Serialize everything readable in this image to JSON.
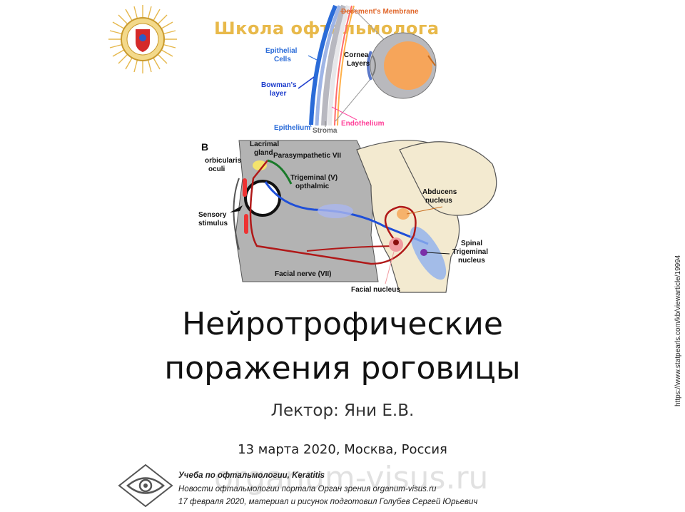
{
  "header": {
    "school_title": "Школа офтальмолога"
  },
  "diagram_a": {
    "labels": {
      "decement": "Decement's Membrane",
      "epithelial_cells_1": "Epithelial",
      "epithelial_cells_2": "Cells",
      "cornea_layers_1": "Cornea",
      "cornea_layers_2": "Layers",
      "bowmans_1": "Bowman's",
      "bowmans_2": "layer",
      "endothelium": "Endothelium",
      "epithelium": "Epithelium",
      "stroma": "Stroma"
    }
  },
  "diagram_b": {
    "letter": "B",
    "labels": {
      "lacrimal_1": "Lacrimal",
      "lacrimal_2": "gland",
      "orbicularis_1": "orbicularis",
      "orbicularis_2": "oculi",
      "parasympathetic": "Parasympathetic VII",
      "trigeminal_1": "Trigeminal (V)",
      "trigeminal_2": "opthalmic",
      "abducens_1": "Abducens",
      "abducens_2": "nucleus",
      "sensory_1": "Sensory",
      "sensory_2": "stimulus",
      "spinal_1": "Spinal",
      "spinal_2": "Trigeminal",
      "spinal_3": "nucleus",
      "facial_nerve": "Facial nerve (VII)",
      "facial_nucleus": "Facial nucleus"
    }
  },
  "main": {
    "title_line1": "Нейротрофические",
    "title_line2": "поражения роговицы",
    "lecturer": "Лектор: Яни Е.В.",
    "date_place": "13 марта 2020, Москва, Россия"
  },
  "side_url": "https://www.statpearls.com/kb/viewarticle/19994",
  "footer": {
    "line1": "Учеба по офтальмологии, Keratitis",
    "line2": "Новости офтальмологии портала Орган зрения organum-visus.ru",
    "line3": "17 февраля 2020, материал и рисунок подготовил Голубев Сергей Юрьевич",
    "watermark": "organum-visus.ru"
  },
  "colors": {
    "accent_gold": "#e8b94a",
    "nerve_red": "#b01818",
    "nerve_blue": "#1f4fd8",
    "nerve_green": "#1a7a2a"
  }
}
